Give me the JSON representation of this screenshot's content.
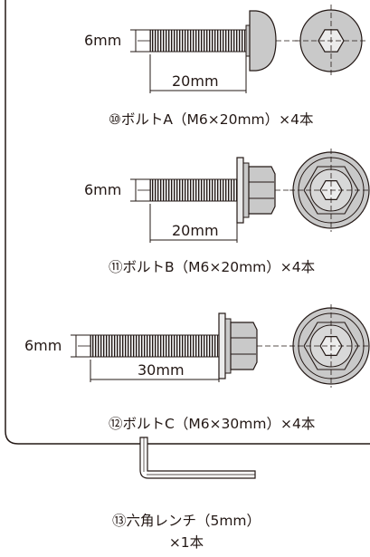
{
  "colors": {
    "ink": "#231815",
    "head_fill": "#c9c9c9",
    "head_light": "#ececec",
    "frame": "#231815"
  },
  "items": [
    {
      "id": "bolt-a",
      "diameter_label": "6mm",
      "length_label": "20mm",
      "caption": "⑩ボルトA（M6×20mm）×4本",
      "head_icon": "button-head-hex-socket-icon"
    },
    {
      "id": "bolt-b",
      "diameter_label": "6mm",
      "length_label": "20mm",
      "caption": "⑪ボルトB（M6×20mm）×4本",
      "head_icon": "flange-hex-head-socket-icon"
    },
    {
      "id": "bolt-c",
      "diameter_label": "6mm",
      "length_label": "30mm",
      "caption": "⑫ボルトC（M6×30mm）×4本",
      "head_icon": "flange-hex-head-socket-icon"
    }
  ],
  "wrench": {
    "caption_line1": "⑬六角レンチ（5mm）",
    "caption_line2": "×1本",
    "icon": "hex-key-wrench-icon"
  }
}
